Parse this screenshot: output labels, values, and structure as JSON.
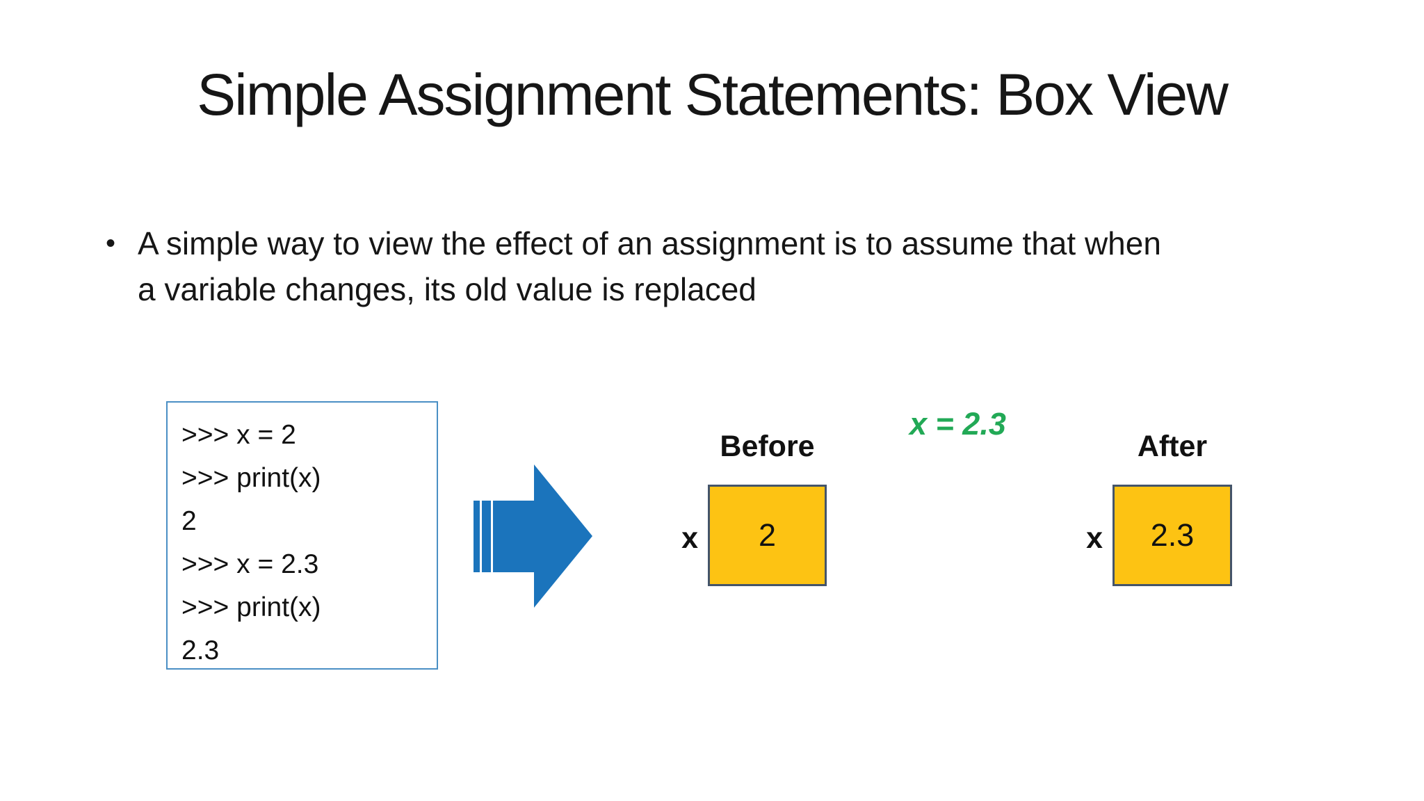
{
  "slide": {
    "title": "Simple Assignment Statements: Box View",
    "bullet": {
      "marker": "•",
      "text": "A simple way to view the effect of an assignment is to assume that when a variable changes, its old value is replaced"
    },
    "code": {
      "lines": [
        ">>> x = 2",
        ">>> print(x)",
        "2",
        ">>> x = 2.3",
        ">>> print(x)",
        "2.3"
      ]
    },
    "annotation": {
      "text": "x = 2.3"
    },
    "diagram": {
      "before": {
        "label": "Before",
        "var_name": "x",
        "value": "2"
      },
      "after": {
        "label": "After",
        "var_name": "x",
        "value": "2.3"
      }
    },
    "icons": {
      "arrow": "striped-right-arrow-icon"
    },
    "colors": {
      "arrow_blue": "#1B74BC",
      "box_fill": "#FDC313",
      "box_border": "#44546A",
      "code_box_border": "#4A8FC4",
      "annotation_green": "#22A956",
      "text": "#161616"
    }
  }
}
